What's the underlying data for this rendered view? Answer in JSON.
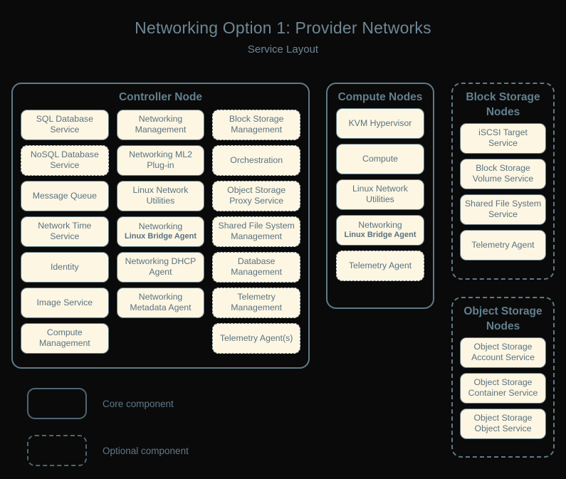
{
  "header": {
    "title": "Networking Option 1: Provider Networks",
    "subtitle": "Service Layout"
  },
  "colors": {
    "background": "#0a0a0a",
    "box_fill": "#fdf6e3",
    "border": "#5f7a88",
    "text": "#5a7381",
    "title_text": "#6e8795"
  },
  "nodes": [
    {
      "id": "controller",
      "title": "Controller Node",
      "style": "solid",
      "columns": [
        [
          {
            "label": "SQL Database Service",
            "style": "solid"
          },
          {
            "label": "NoSQL Database Service",
            "style": "dashed"
          },
          {
            "label": "Message Queue",
            "style": "solid"
          },
          {
            "label": "Network Time Service",
            "style": "solid"
          },
          {
            "label": "Identity",
            "style": "solid"
          },
          {
            "label": "Image Service",
            "style": "solid"
          },
          {
            "label": "Compute Management",
            "style": "solid"
          }
        ],
        [
          {
            "label": "Networking Management",
            "style": "solid"
          },
          {
            "label": "Networking ML2 Plug-in",
            "style": "solid"
          },
          {
            "label": "Linux Network Utilities",
            "style": "solid"
          },
          {
            "label": "Networking",
            "sublabel": "Linux Bridge Agent",
            "style": "solid"
          },
          {
            "label": "Networking DHCP Agent",
            "style": "solid"
          },
          {
            "label": "Networking Metadata Agent",
            "style": "solid"
          },
          {
            "label": "",
            "style": "empty"
          }
        ],
        [
          {
            "label": "Block Storage Management",
            "style": "dashed"
          },
          {
            "label": "Orchestration",
            "style": "dashed"
          },
          {
            "label": "Object Storage Proxy Service",
            "style": "dashed"
          },
          {
            "label": "Shared File System Management",
            "style": "dashed"
          },
          {
            "label": "Database Management",
            "style": "dashed"
          },
          {
            "label": "Telemetry Management",
            "style": "dashed"
          },
          {
            "label": "Telemetry Agent(s)",
            "style": "dashed"
          }
        ]
      ]
    },
    {
      "id": "compute",
      "title": "Compute Nodes",
      "style": "solid",
      "items": [
        {
          "label": "KVM Hypervisor",
          "style": "solid"
        },
        {
          "label": "Compute",
          "style": "solid"
        },
        {
          "label": "Linux Network Utilities",
          "style": "solid"
        },
        {
          "label": "Networking",
          "sublabel": "Linux Bridge Agent",
          "style": "solid"
        },
        {
          "label": "Telemetry Agent",
          "style": "dashed"
        }
      ]
    },
    {
      "id": "block-storage",
      "title": "Block Storage Nodes",
      "style": "dashed",
      "items": [
        {
          "label": "iSCSI Target Service",
          "style": "solid"
        },
        {
          "label": "Block Storage Volume Service",
          "style": "solid"
        },
        {
          "label": "Shared File System Service",
          "style": "solid"
        },
        {
          "label": "Telemetry Agent",
          "style": "solid"
        }
      ]
    },
    {
      "id": "object-storage",
      "title": "Object Storage Nodes",
      "style": "dashed",
      "items": [
        {
          "label": "Object Storage Account Service",
          "style": "solid"
        },
        {
          "label": "Object Storage Container Service",
          "style": "solid"
        },
        {
          "label": "Object Storage Object Service",
          "style": "solid"
        }
      ]
    }
  ],
  "legend": [
    {
      "style": "solid",
      "label": "Core component"
    },
    {
      "style": "dashed",
      "label": "Optional component"
    }
  ]
}
